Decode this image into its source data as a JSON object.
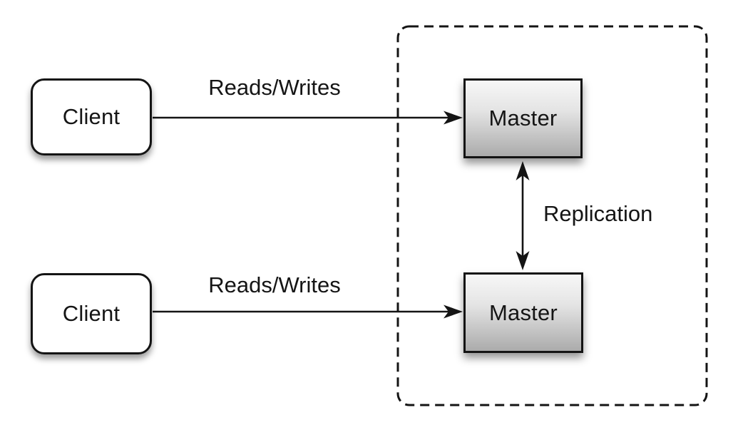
{
  "nodes": {
    "client_top": {
      "label": "Client"
    },
    "client_bottom": {
      "label": "Client"
    },
    "master_top": {
      "label": "Master"
    },
    "master_bottom": {
      "label": "Master"
    }
  },
  "edges": {
    "reads_writes_top": {
      "label": "Reads/Writes"
    },
    "reads_writes_bottom": {
      "label": "Reads/Writes"
    },
    "replication": {
      "label": "Replication"
    }
  },
  "colors": {
    "background": "#ffffff",
    "stroke": "#141414",
    "text": "#151515",
    "client_fill": "#ffffff",
    "master_gradient_top": "#f7f7f7",
    "master_gradient_bottom": "#ababab"
  }
}
